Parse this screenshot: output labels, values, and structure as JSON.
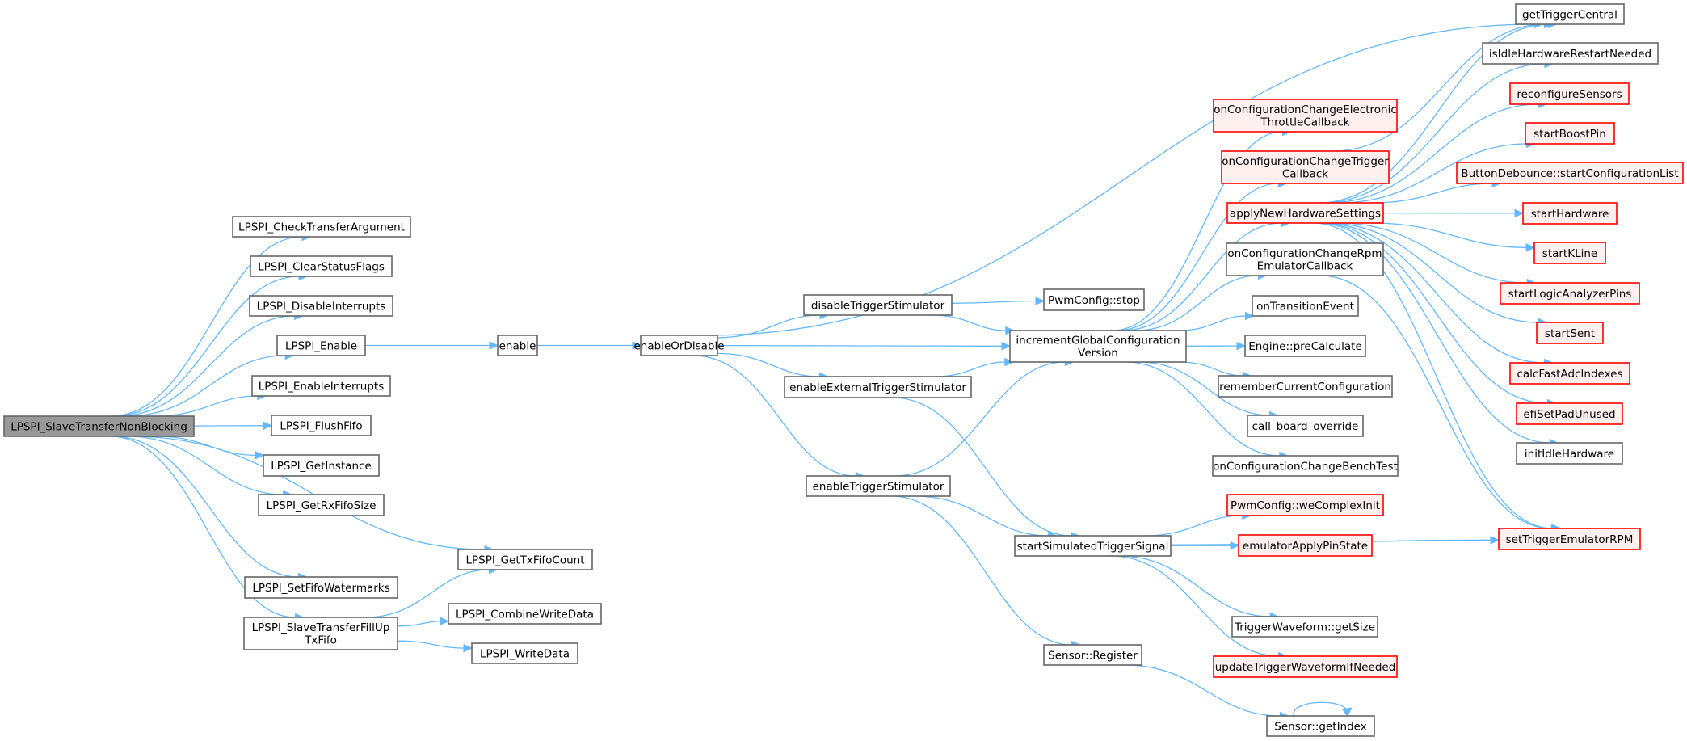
{
  "diagram": {
    "type": "call-graph",
    "colors": {
      "edge": "#63b8ff",
      "root_fill": "#999999",
      "root_stroke": "#666666",
      "node_fill": "#ffffff",
      "node_stroke": "#666666",
      "truncated_fill": "#fff0f0",
      "truncated_stroke": "#ff0000"
    },
    "nodes": [
      {
        "id": "root",
        "lines": [
          "LPSPI_SlaveTransferNonBlocking"
        ],
        "kind": "root"
      },
      {
        "id": "checkArg",
        "lines": [
          "LPSPI_CheckTransferArgument"
        ],
        "kind": "normal"
      },
      {
        "id": "clearFlags",
        "lines": [
          "LPSPI_ClearStatusFlags"
        ],
        "kind": "normal"
      },
      {
        "id": "disableInt",
        "lines": [
          "LPSPI_DisableInterrupts"
        ],
        "kind": "normal"
      },
      {
        "id": "lpEnable",
        "lines": [
          "LPSPI_Enable"
        ],
        "kind": "normal"
      },
      {
        "id": "enableInt",
        "lines": [
          "LPSPI_EnableInterrupts"
        ],
        "kind": "normal"
      },
      {
        "id": "flushFifo",
        "lines": [
          "LPSPI_FlushFifo"
        ],
        "kind": "normal"
      },
      {
        "id": "getInstance",
        "lines": [
          "LPSPI_GetInstance"
        ],
        "kind": "normal"
      },
      {
        "id": "getRxSize",
        "lines": [
          "LPSPI_GetRxFifoSize"
        ],
        "kind": "normal"
      },
      {
        "id": "getTxCount",
        "lines": [
          "LPSPI_GetTxFifoCount"
        ],
        "kind": "normal"
      },
      {
        "id": "setWatermarks",
        "lines": [
          "LPSPI_SetFifoWatermarks"
        ],
        "kind": "normal"
      },
      {
        "id": "fillUp",
        "lines": [
          "LPSPI_SlaveTransferFillUp",
          "TxFifo"
        ],
        "kind": "normal"
      },
      {
        "id": "combineWrite",
        "lines": [
          "LPSPI_CombineWriteData"
        ],
        "kind": "normal"
      },
      {
        "id": "writeData",
        "lines": [
          "LPSPI_WriteData"
        ],
        "kind": "normal"
      },
      {
        "id": "enable",
        "lines": [
          "enable"
        ],
        "kind": "normal"
      },
      {
        "id": "enableOrDisable",
        "lines": [
          "enableOrDisable"
        ],
        "kind": "normal"
      },
      {
        "id": "disableTrig",
        "lines": [
          "disableTriggerStimulator"
        ],
        "kind": "normal"
      },
      {
        "id": "enableExtTrig",
        "lines": [
          "enableExternalTriggerStimulator"
        ],
        "kind": "normal"
      },
      {
        "id": "enableTrig",
        "lines": [
          "enableTriggerStimulator"
        ],
        "kind": "normal"
      },
      {
        "id": "pwmStop",
        "lines": [
          "PwmConfig::stop"
        ],
        "kind": "normal"
      },
      {
        "id": "incGlobal",
        "lines": [
          "incrementGlobalConfiguration",
          "Version"
        ],
        "kind": "normal"
      },
      {
        "id": "startSim",
        "lines": [
          "startSimulatedTriggerSignal"
        ],
        "kind": "normal"
      },
      {
        "id": "sensorReg",
        "lines": [
          "Sensor::Register"
        ],
        "kind": "normal"
      },
      {
        "id": "sensorIdx",
        "lines": [
          "Sensor::getIndex"
        ],
        "kind": "normal"
      },
      {
        "id": "onEtb",
        "lines": [
          "onConfigurationChangeElectronic",
          "ThrottleCallback"
        ],
        "kind": "truncated"
      },
      {
        "id": "onTrig",
        "lines": [
          "onConfigurationChangeTrigger",
          "Callback"
        ],
        "kind": "truncated"
      },
      {
        "id": "applyHw",
        "lines": [
          "applyNewHardwareSettings"
        ],
        "kind": "truncated"
      },
      {
        "id": "onRpm",
        "lines": [
          "onConfigurationChangeRpm",
          "EmulatorCallback"
        ],
        "kind": "normal"
      },
      {
        "id": "onTrans",
        "lines": [
          "onTransitionEvent"
        ],
        "kind": "normal"
      },
      {
        "id": "preCalc",
        "lines": [
          "Engine::preCalculate"
        ],
        "kind": "normal"
      },
      {
        "id": "remember",
        "lines": [
          "rememberCurrentConfiguration"
        ],
        "kind": "normal"
      },
      {
        "id": "boardOverride",
        "lines": [
          "call_board_override"
        ],
        "kind": "normal"
      },
      {
        "id": "benchTest",
        "lines": [
          "onConfigurationChangeBenchTest"
        ],
        "kind": "normal"
      },
      {
        "id": "weComplex",
        "lines": [
          "PwmConfig::weComplexInit"
        ],
        "kind": "truncated"
      },
      {
        "id": "emuApply",
        "lines": [
          "emulatorApplyPinState"
        ],
        "kind": "truncated"
      },
      {
        "id": "getSize",
        "lines": [
          "TriggerWaveform::getSize"
        ],
        "kind": "normal"
      },
      {
        "id": "updateWave",
        "lines": [
          "updateTriggerWaveformIfNeeded"
        ],
        "kind": "truncated"
      },
      {
        "id": "getTrigCentral",
        "lines": [
          "getTriggerCentral"
        ],
        "kind": "normal"
      },
      {
        "id": "isIdleRestart",
        "lines": [
          "isIdleHardwareRestartNeeded"
        ],
        "kind": "normal"
      },
      {
        "id": "reconfSensors",
        "lines": [
          "reconfigureSensors"
        ],
        "kind": "truncated"
      },
      {
        "id": "startBoost",
        "lines": [
          "startBoostPin"
        ],
        "kind": "truncated"
      },
      {
        "id": "btnDebounce",
        "lines": [
          "ButtonDebounce::startConfigurationList"
        ],
        "kind": "truncated"
      },
      {
        "id": "startHw",
        "lines": [
          "startHardware"
        ],
        "kind": "truncated"
      },
      {
        "id": "startKLine",
        "lines": [
          "startKLine"
        ],
        "kind": "truncated"
      },
      {
        "id": "startLogic",
        "lines": [
          "startLogicAnalyzerPins"
        ],
        "kind": "truncated"
      },
      {
        "id": "startSent",
        "lines": [
          "startSent"
        ],
        "kind": "truncated"
      },
      {
        "id": "calcAdc",
        "lines": [
          "calcFastAdcIndexes"
        ],
        "kind": "truncated"
      },
      {
        "id": "efiPad",
        "lines": [
          "efiSetPadUnused"
        ],
        "kind": "truncated"
      },
      {
        "id": "initIdle",
        "lines": [
          "initIdleHardware"
        ],
        "kind": "normal"
      },
      {
        "id": "setTrigRpm",
        "lines": [
          "setTriggerEmulatorRPM"
        ],
        "kind": "truncated"
      }
    ],
    "edges": [
      [
        "root",
        "checkArg"
      ],
      [
        "root",
        "clearFlags"
      ],
      [
        "root",
        "disableInt"
      ],
      [
        "root",
        "lpEnable"
      ],
      [
        "root",
        "enableInt"
      ],
      [
        "root",
        "flushFifo"
      ],
      [
        "root",
        "getInstance"
      ],
      [
        "root",
        "getRxSize"
      ],
      [
        "root",
        "getTxCount"
      ],
      [
        "root",
        "setWatermarks"
      ],
      [
        "root",
        "fillUp"
      ],
      [
        "fillUp",
        "getTxCount"
      ],
      [
        "fillUp",
        "combineWrite"
      ],
      [
        "fillUp",
        "writeData"
      ],
      [
        "lpEnable",
        "enable"
      ],
      [
        "enable",
        "enableOrDisable"
      ],
      [
        "enableOrDisable",
        "getTrigCentral"
      ],
      [
        "enableOrDisable",
        "disableTrig"
      ],
      [
        "enableOrDisable",
        "incGlobal"
      ],
      [
        "enableOrDisable",
        "enableExtTrig"
      ],
      [
        "enableOrDisable",
        "enableTrig"
      ],
      [
        "disableTrig",
        "pwmStop"
      ],
      [
        "disableTrig",
        "incGlobal"
      ],
      [
        "enableExtTrig",
        "incGlobal"
      ],
      [
        "enableExtTrig",
        "startSim"
      ],
      [
        "enableTrig",
        "incGlobal"
      ],
      [
        "enableTrig",
        "startSim"
      ],
      [
        "enableTrig",
        "sensorReg"
      ],
      [
        "incGlobal",
        "onEtb"
      ],
      [
        "incGlobal",
        "onTrig"
      ],
      [
        "incGlobal",
        "applyHw"
      ],
      [
        "incGlobal",
        "onRpm"
      ],
      [
        "incGlobal",
        "onTrans"
      ],
      [
        "incGlobal",
        "preCalc"
      ],
      [
        "incGlobal",
        "remember"
      ],
      [
        "incGlobal",
        "boardOverride"
      ],
      [
        "incGlobal",
        "benchTest"
      ],
      [
        "onTrig",
        "getTrigCentral"
      ],
      [
        "applyHw",
        "getTrigCentral"
      ],
      [
        "applyHw",
        "isIdleRestart"
      ],
      [
        "applyHw",
        "reconfSensors"
      ],
      [
        "applyHw",
        "startBoost"
      ],
      [
        "applyHw",
        "btnDebounce"
      ],
      [
        "applyHw",
        "startHw"
      ],
      [
        "applyHw",
        "startKLine"
      ],
      [
        "applyHw",
        "startLogic"
      ],
      [
        "applyHw",
        "startSent"
      ],
      [
        "applyHw",
        "calcAdc"
      ],
      [
        "applyHw",
        "efiPad"
      ],
      [
        "applyHw",
        "initIdle"
      ],
      [
        "applyHw",
        "setTrigRpm"
      ],
      [
        "onRpm",
        "setTrigRpm"
      ],
      [
        "startSim",
        "weComplex"
      ],
      [
        "startSim",
        "emuApply"
      ],
      [
        "startSim",
        "setTrigRpm"
      ],
      [
        "startSim",
        "getSize"
      ],
      [
        "startSim",
        "updateWave"
      ],
      [
        "sensorReg",
        "sensorIdx"
      ],
      [
        "sensorIdx",
        "sensorIdx"
      ]
    ]
  }
}
